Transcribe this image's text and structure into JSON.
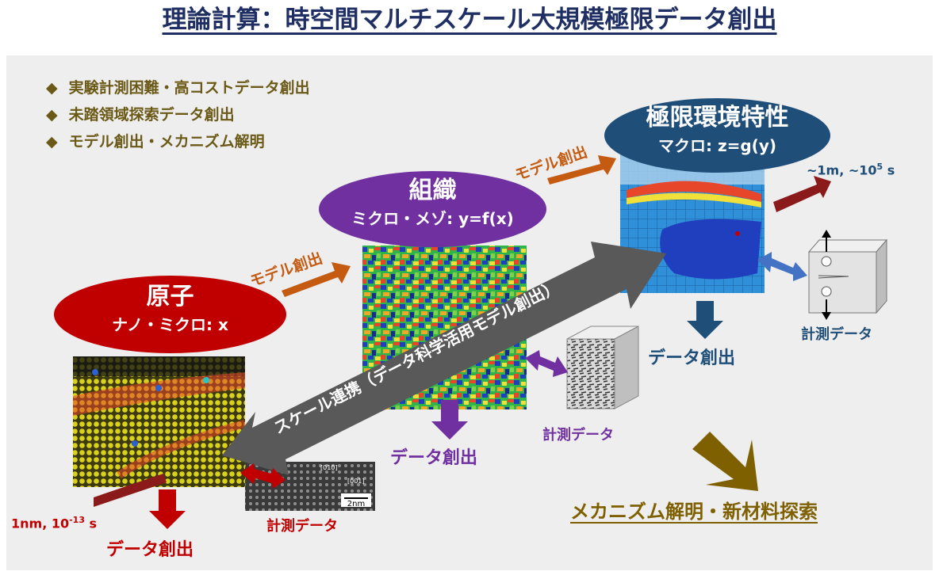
{
  "title": "理論計算：時空間マルチスケール大規模極限データ創出",
  "bullets": [
    {
      "marker": "◆",
      "text": "実験計測困難・高コストデータ創出"
    },
    {
      "marker": "◆",
      "text": "未踏領域探索データ創出"
    },
    {
      "marker": "◆",
      "text": "モデル創出・メカニズム解明"
    }
  ],
  "nodes": {
    "atom": {
      "title": "原子",
      "subtitle": "ナノ・ミクロ: x",
      "color": "#c00000"
    },
    "structure": {
      "title": "組織",
      "subtitle": "ミクロ・メゾ: y=f(x)",
      "color": "#7030a0"
    },
    "extreme": {
      "title": "極限環境特性",
      "subtitle": "マクロ: z=g(y)",
      "color": "#1f4e79"
    }
  },
  "labels": {
    "model1": "モデル創出",
    "model2": "モデル創出",
    "scale_link": "スケール連携（データ科学活用モデル創出）",
    "data_atom": "データ創出",
    "data_structure": "データ創出",
    "data_extreme": "データ創出",
    "meas_atom": "計測データ",
    "meas_structure": "計測データ",
    "meas_extreme": "計測データ",
    "scale_small": "1nm, 10",
    "scale_small_exp": "-13",
    "scale_small_unit": " s",
    "scale_large": "~1m, ~10",
    "scale_large_exp": "5",
    "scale_large_unit": " s",
    "mechanism": "メカニズム解明・新材料探索",
    "tem_scale": "2nm",
    "tem_dir1": "[010]",
    "tem_dir2": "[001]"
  },
  "colors": {
    "orange_arrow": "#c55a11",
    "dark_red_arrow": "#8b0000",
    "gray_arrow": "#595959",
    "gold": "#7f6000",
    "blue_arrow": "#4472c4"
  }
}
